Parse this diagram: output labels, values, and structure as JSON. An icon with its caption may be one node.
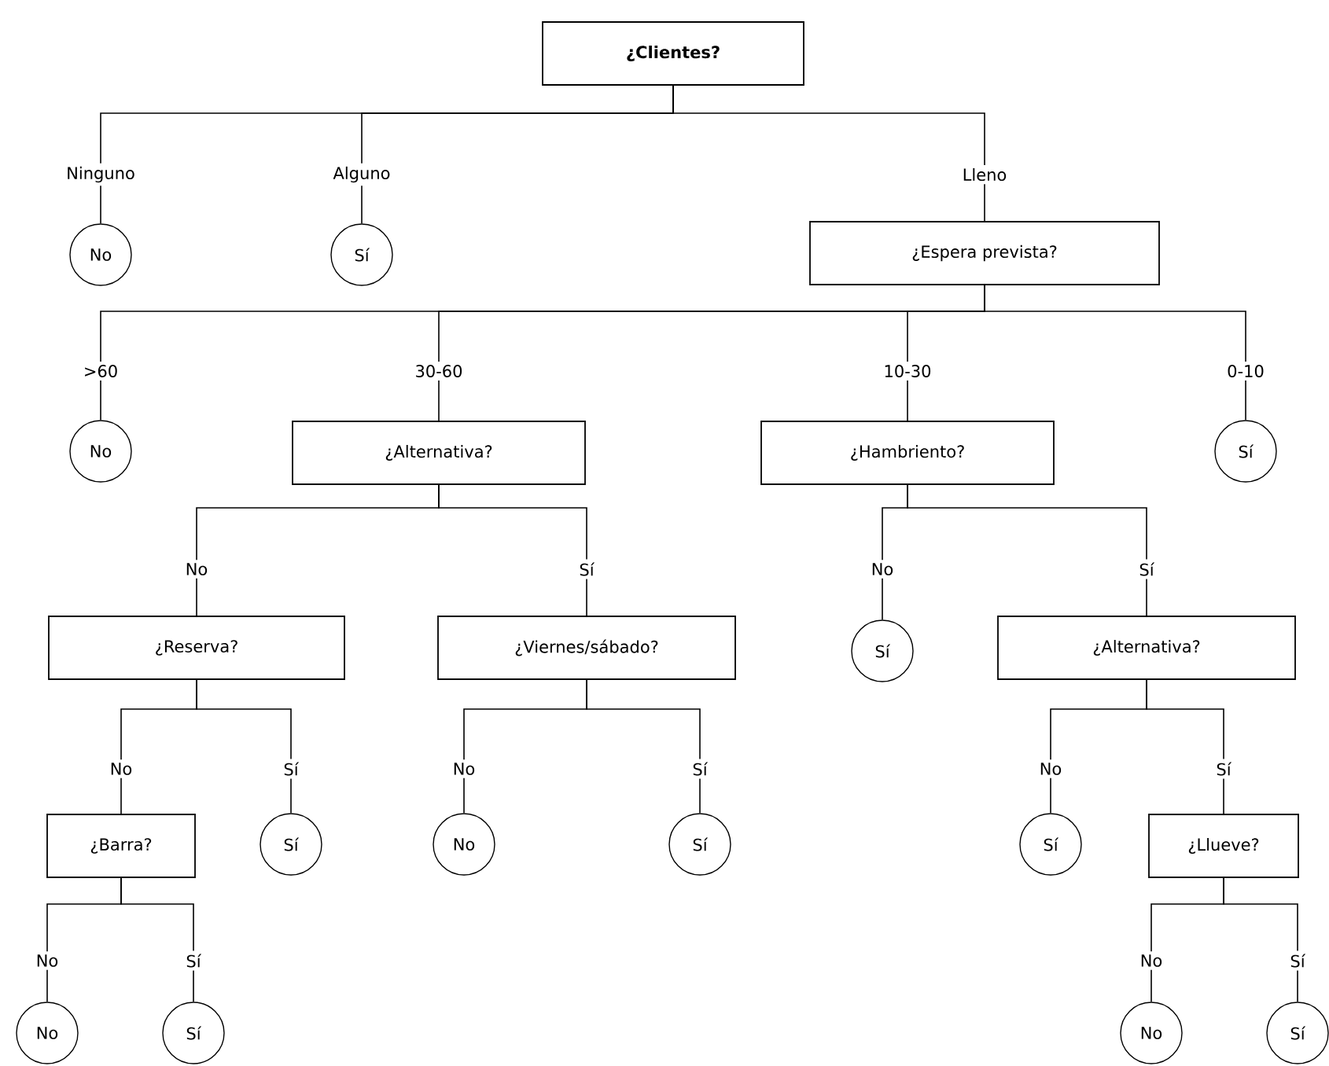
{
  "diagram": {
    "nodes": [
      {
        "text": [
          "¿Clientes?"
        ]
      },
      {
        "text": [
          "No"
        ]
      },
      {
        "text": [
          "Sí"
        ]
      },
      {
        "text": [
          "¿Espera prevista?"
        ]
      },
      {
        "text": [
          "No"
        ]
      },
      {
        "text": [
          "¿Alternativa?"
        ]
      },
      {
        "text": [
          "¿Hambriento?"
        ]
      },
      {
        "text": [
          "Sí"
        ]
      },
      {
        "text": [
          "¿Reserva?"
        ]
      },
      {
        "text": [
          "¿Viernes/sábado?"
        ]
      },
      {
        "text": [
          "Sí"
        ]
      },
      {
        "text": [
          "¿Alternativa?"
        ]
      },
      {
        "text": [
          "¿Barra?"
        ]
      },
      {
        "text": [
          "Sí"
        ]
      },
      {
        "text": [
          "No"
        ]
      },
      {
        "text": [
          "Sí"
        ]
      },
      {
        "text": [
          "Sí"
        ]
      },
      {
        "text": [
          "¿Llueve?"
        ]
      },
      {
        "text": [
          "No"
        ]
      },
      {
        "text": [
          "Sí"
        ]
      },
      {
        "text": [
          "No"
        ]
      },
      {
        "text": [
          "Sí"
        ]
      }
    ],
    "edges": [
      {
        "from": 0,
        "to": 1,
        "arrow": "none",
        "label": "Ninguno"
      },
      {
        "from": 0,
        "to": 2,
        "arrow": "none",
        "label": "Alguno"
      },
      {
        "from": 0,
        "to": 3,
        "arrow": "none",
        "label": "Lleno"
      },
      {
        "from": 3,
        "to": 4,
        "arrow": "none",
        "label": ">60"
      },
      {
        "from": 3,
        "to": 5,
        "arrow": "none",
        "label": "30-60"
      },
      {
        "from": 3,
        "to": 6,
        "arrow": "none",
        "label": "10-30"
      },
      {
        "from": 3,
        "to": 7,
        "arrow": "none",
        "label": "0-10"
      },
      {
        "from": 5,
        "to": 8,
        "arrow": "none",
        "label": "No"
      },
      {
        "from": 5,
        "to": 9,
        "arrow": "none",
        "label": "Sí"
      },
      {
        "from": 6,
        "to": 10,
        "arrow": "none",
        "label": "No"
      },
      {
        "from": 6,
        "to": 11,
        "arrow": "none",
        "label": "Sí"
      },
      {
        "from": 8,
        "to": 12,
        "arrow": "none",
        "label": "No"
      },
      {
        "from": 8,
        "to": 13,
        "arrow": "none",
        "label": "Sí"
      },
      {
        "from": 9,
        "to": 14,
        "arrow": "none",
        "label": "No"
      },
      {
        "from": 9,
        "to": 15,
        "arrow": "none",
        "label": "Sí"
      },
      {
        "from": 11,
        "to": 16,
        "arrow": "none",
        "label": "No"
      },
      {
        "from": 11,
        "to": 17,
        "arrow": "none",
        "label": "Sí"
      },
      {
        "from": 12,
        "to": 18,
        "arrow": "none",
        "label": "No"
      },
      {
        "from": 12,
        "to": 19,
        "arrow": "none",
        "label": "Sí"
      },
      {
        "from": 17,
        "to": 20,
        "arrow": "none",
        "label": "No"
      },
      {
        "from": 17,
        "to": 21,
        "arrow": "none",
        "label": "Sí"
      }
    ]
  }
}
